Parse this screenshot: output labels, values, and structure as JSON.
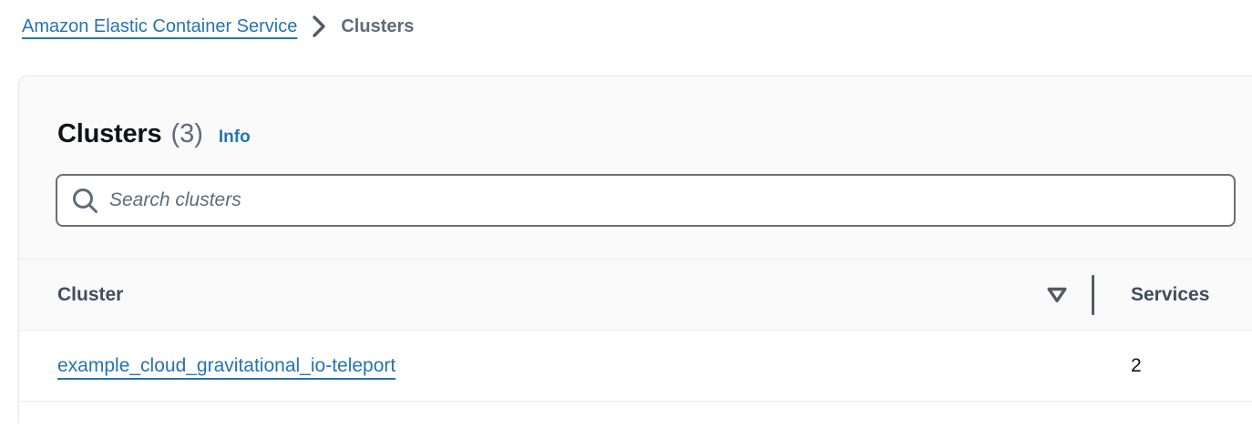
{
  "breadcrumb": {
    "root": "Amazon Elastic Container Service",
    "current": "Clusters"
  },
  "panel": {
    "title": "Clusters",
    "count": "(3)",
    "info_label": "Info"
  },
  "search": {
    "placeholder": "Search clusters",
    "value": ""
  },
  "table": {
    "columns": {
      "cluster": "Cluster",
      "services": "Services"
    },
    "rows": [
      {
        "cluster": "example_cloud_gravitational_io-teleport",
        "services": "2"
      }
    ]
  },
  "icons": {
    "search": "magnifier-icon",
    "sort": "triangle-down-outline-icon",
    "separator": "chevron-right-icon"
  },
  "colors": {
    "link_blue": "#2573b4",
    "card_bg": "#fafafa",
    "heading_text": "#0f141a",
    "muted_text": "#5f6b7a",
    "table_header_text": "#414d5c",
    "divider_light": "#eaeded",
    "divider_dark": "#545b64",
    "search_border": "#687078"
  }
}
